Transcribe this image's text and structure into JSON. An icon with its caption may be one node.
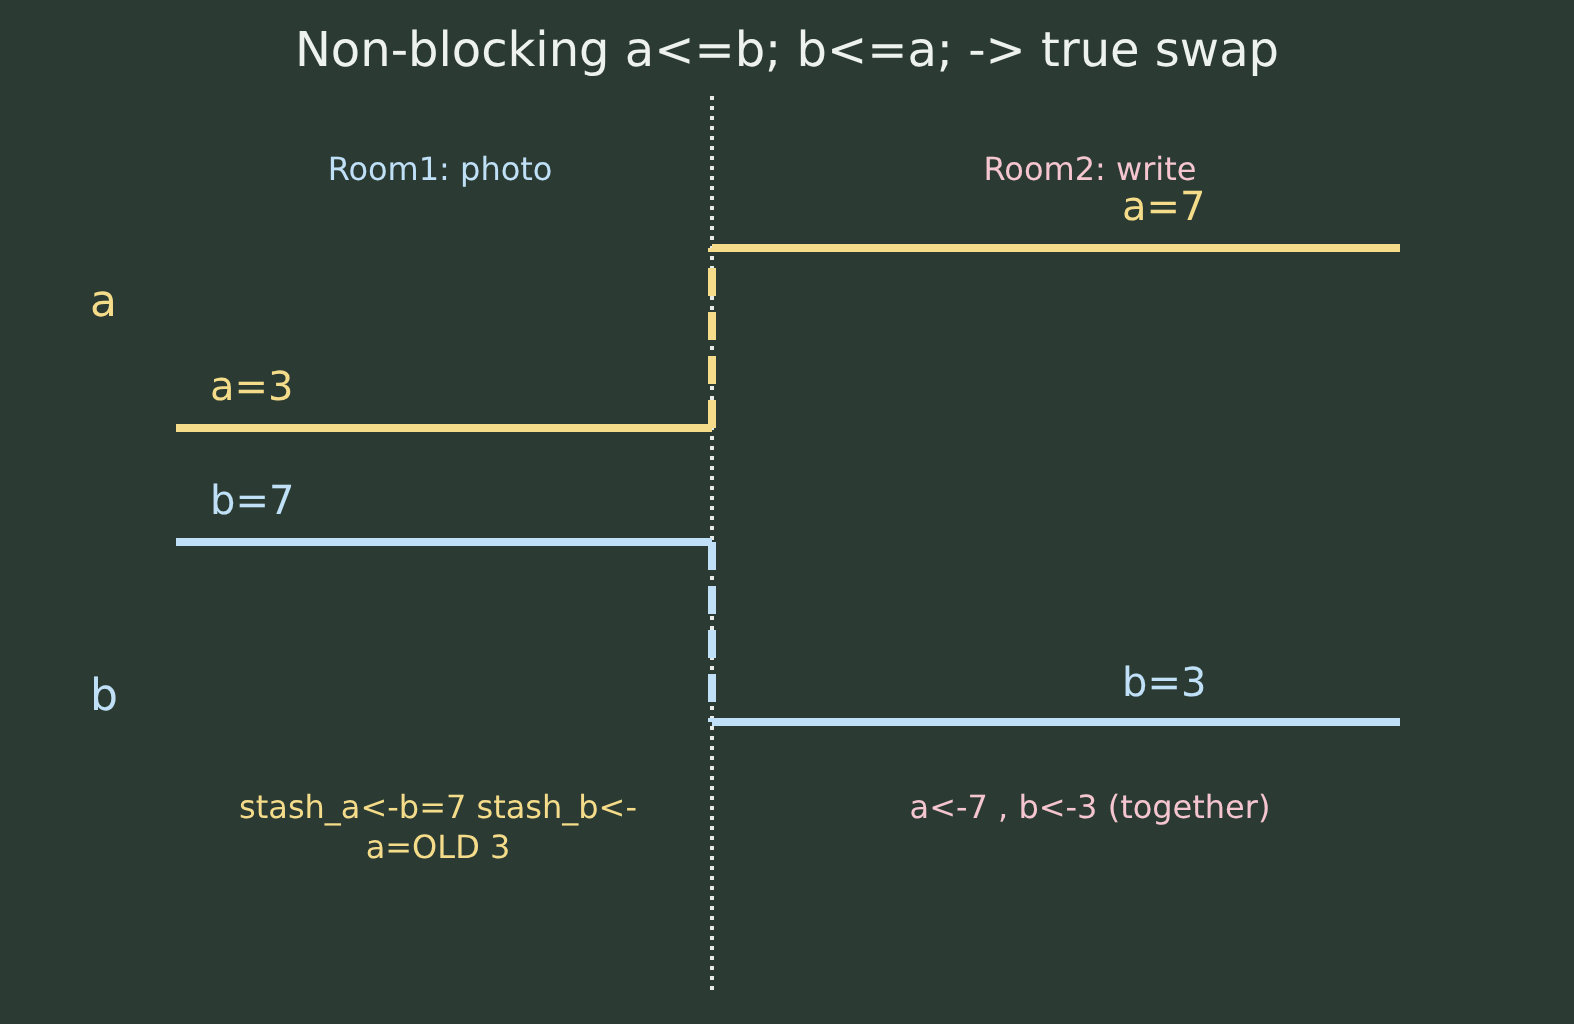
{
  "diagram": {
    "title": "Non-blocking a<=b; b<=a;  ->  true swap",
    "labels": [
      "Room1: photo",
      "Room2: write",
      "a=7",
      "a",
      "a=3",
      "b=7",
      "b",
      "b=3",
      "stash_a<-b=7 stash_b<-a=OLD 3",
      "a<-7 , b<-3 (together)"
    ]
  }
}
